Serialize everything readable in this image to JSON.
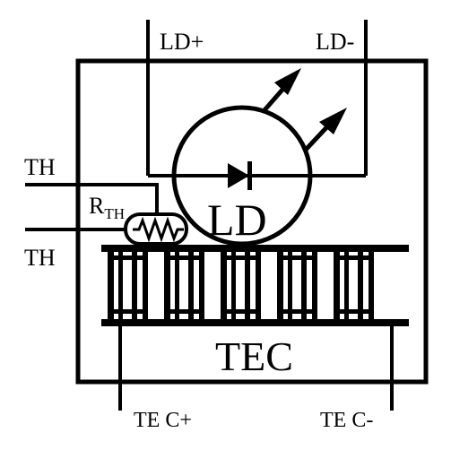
{
  "labels": {
    "ld_plus": "LD+",
    "ld_minus": "LD-",
    "th_top": "TH",
    "th_bottom": "TH",
    "rth_main": "R",
    "rth_sub": "TH",
    "ld": "LD",
    "tec": "TEC",
    "tec_plus": "TE C+",
    "tec_minus": "TE C-"
  },
  "colors": {
    "line": "#000000",
    "background": "#ffffff"
  }
}
